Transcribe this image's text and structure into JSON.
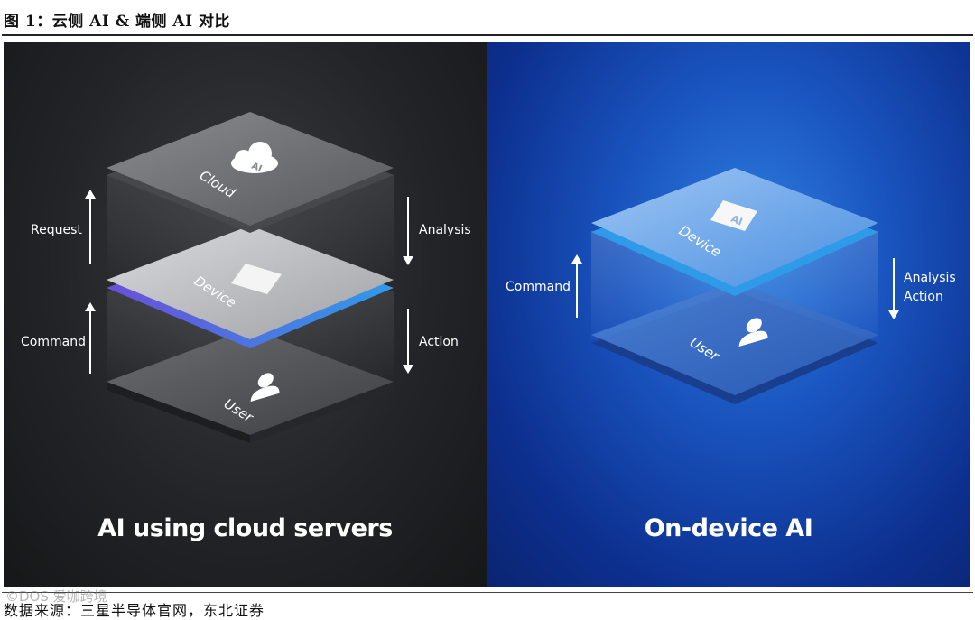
{
  "figure": {
    "title": "图 1：云侧 AI &  端侧 AI 对比",
    "source": "数据来源：三星半导体官网，东北证券",
    "watermark": "©DOS 爱咖跨境"
  },
  "left_panel": {
    "caption": "AI using cloud servers",
    "layers": {
      "cloud": "Cloud",
      "device": "Device",
      "user": "User",
      "ai_badge": "AI"
    },
    "arrows": {
      "request": "Request",
      "command": "Command",
      "analysis": "Analysis",
      "action": "Action"
    }
  },
  "right_panel": {
    "caption": "On-device AI",
    "layers": {
      "device": "Device",
      "user": "User",
      "ai_badge": "AI"
    },
    "arrows": {
      "command": "Command",
      "analysis": "Analysis",
      "action": "Action"
    }
  },
  "colors": {
    "left_bg": "#232427",
    "right_bg": "#1a55c0",
    "device_edge": "#3a8fe8"
  },
  "icons": [
    "cloud-icon",
    "device-chip-icon",
    "user-icon",
    "arrow-up-icon",
    "arrow-down-icon"
  ]
}
